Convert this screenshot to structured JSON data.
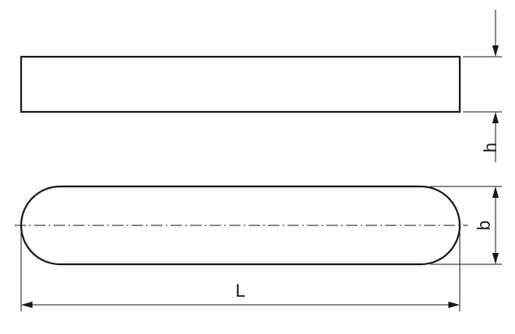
{
  "labels": {
    "height": "h",
    "width": "b",
    "length": "L"
  }
}
